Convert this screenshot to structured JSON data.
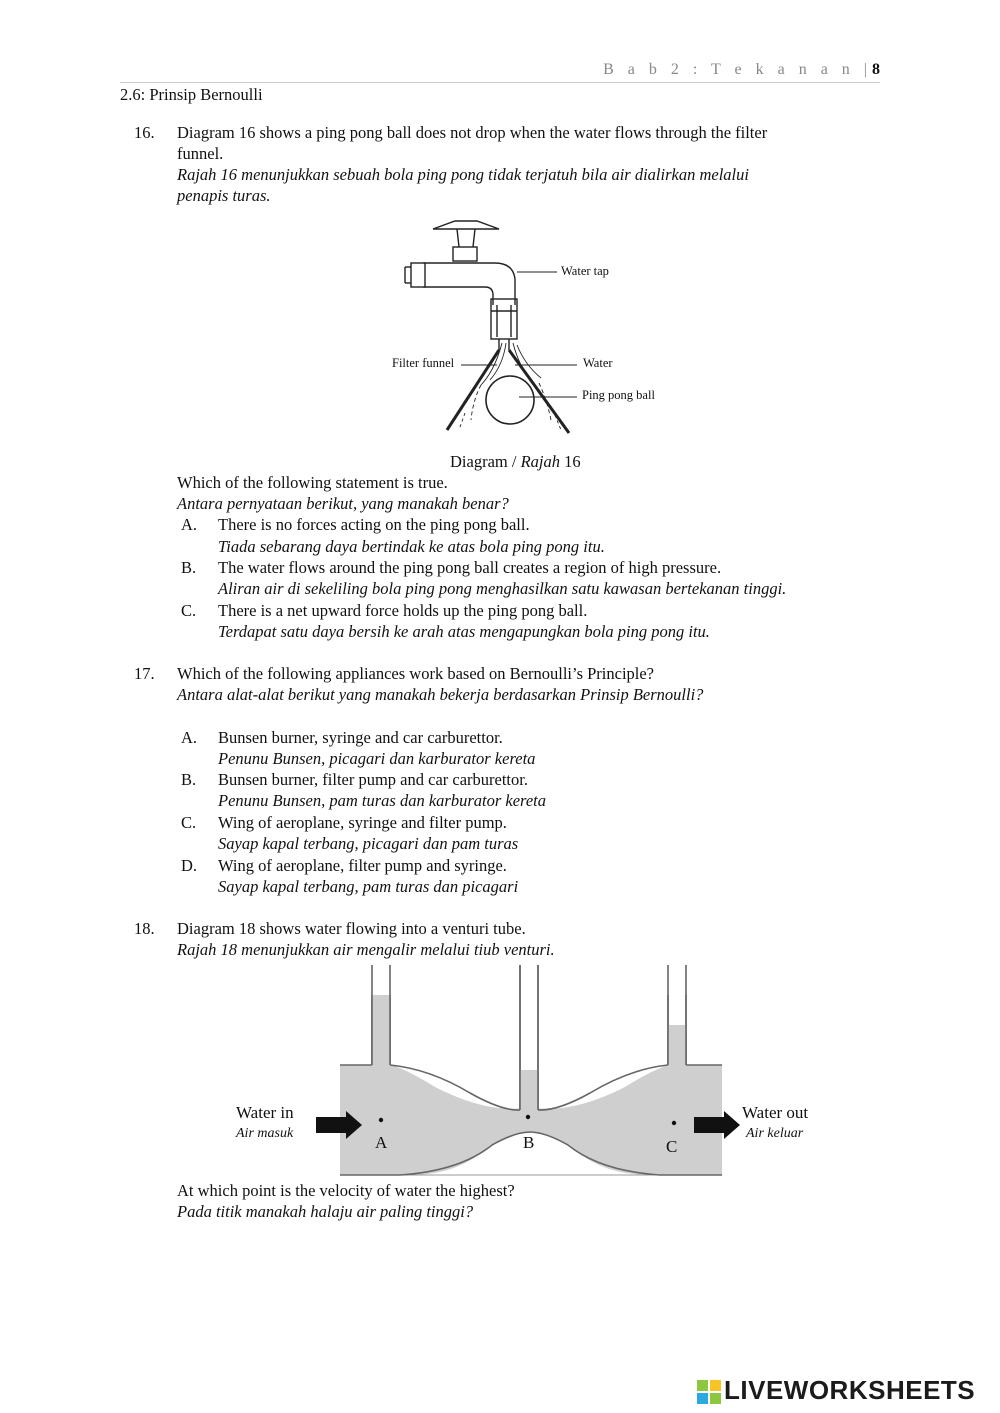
{
  "header": {
    "chapter": "B a b  2 :  T e k a n a n  |",
    "page": "8"
  },
  "section_title": "2.6: Prinsip Bernoulli",
  "q16": {
    "number": "16.",
    "stem_en_1": "Diagram 16 shows a ping pong ball does not drop when the water flows through the filter",
    "stem_en_2": "funnel.",
    "stem_ms_1": "Rajah 16 menunjukkan sebuah bola ping pong tidak terjatuh bila air dialirkan melalui",
    "stem_ms_2": "penapis turas.",
    "labels": {
      "water_tap": "Water tap",
      "filter_funnel": "Filter funnel",
      "water": "Water",
      "ping_pong_ball": "Ping pong ball"
    },
    "caption_pre": "Diagram / ",
    "caption_it": "Rajah",
    "caption_post": " 16",
    "ask_en": "Which of the following statement is true.",
    "ask_ms": "Antara pernyataan berikut, yang manakah benar?",
    "options": [
      {
        "letter": "A.",
        "en": "There is no forces acting on the ping pong ball.",
        "ms": "Tiada sebarang daya bertindak ke atas bola ping pong itu."
      },
      {
        "letter": "B.",
        "en": "The water flows around the ping pong ball creates a region of high pressure.",
        "ms": "Aliran air di sekeliling bola ping pong menghasilkan satu kawasan bertekanan tinggi."
      },
      {
        "letter": "C.",
        "en": "There is a net upward force holds up the ping pong ball.",
        "ms": "Terdapat satu daya bersih ke arah atas mengapungkan bola ping pong itu."
      }
    ]
  },
  "q17": {
    "number": "17.",
    "stem_en": "Which of the following appliances work based on Bernoulli’s Principle?",
    "stem_ms": "Antara alat-alat berikut yang manakah bekerja berdasarkan Prinsip Bernoulli?",
    "options": [
      {
        "letter": "A.",
        "en": "Bunsen burner, syringe and car carburettor.",
        "ms": "Penunu Bunsen, picagari dan karburator kereta"
      },
      {
        "letter": "B.",
        "en": "Bunsen burner, filter pump and car carburettor.",
        "ms": "Penunu Bunsen, pam turas dan karburator kereta"
      },
      {
        "letter": "C.",
        "en": "Wing of aeroplane, syringe and filter pump.",
        "ms": "Sayap kapal terbang, picagari dan pam turas"
      },
      {
        "letter": "D.",
        "en": "Wing of aeroplane, filter pump and syringe.",
        "ms": "Sayap kapal terbang, pam turas dan picagari"
      }
    ]
  },
  "q18": {
    "number": "18.",
    "stem_en": "Diagram 18 shows water flowing into a venturi tube.",
    "stem_ms_pre": "Rajah",
    "stem_ms_post": " 18 menunjukkan air mengalir melalui tiub venturi.",
    "labels": {
      "water_in": "Water in",
      "air_masuk": "Air masuk",
      "water_out": "Water out",
      "air_keluar": "Air keluar",
      "a": "A",
      "b": "B",
      "c": "C"
    },
    "ask_en": "At which point is the velocity of water the highest?",
    "ask_ms": "Pada titik manakah halaju air paling tinggi?"
  },
  "footer": {
    "brand": "LIVEWORKSHEETS"
  },
  "colors": {
    "water_gray": "#cfcfcf",
    "logo_green": "#8dc63f",
    "logo_yellow": "#f7c325",
    "logo_blue": "#29abe2"
  }
}
